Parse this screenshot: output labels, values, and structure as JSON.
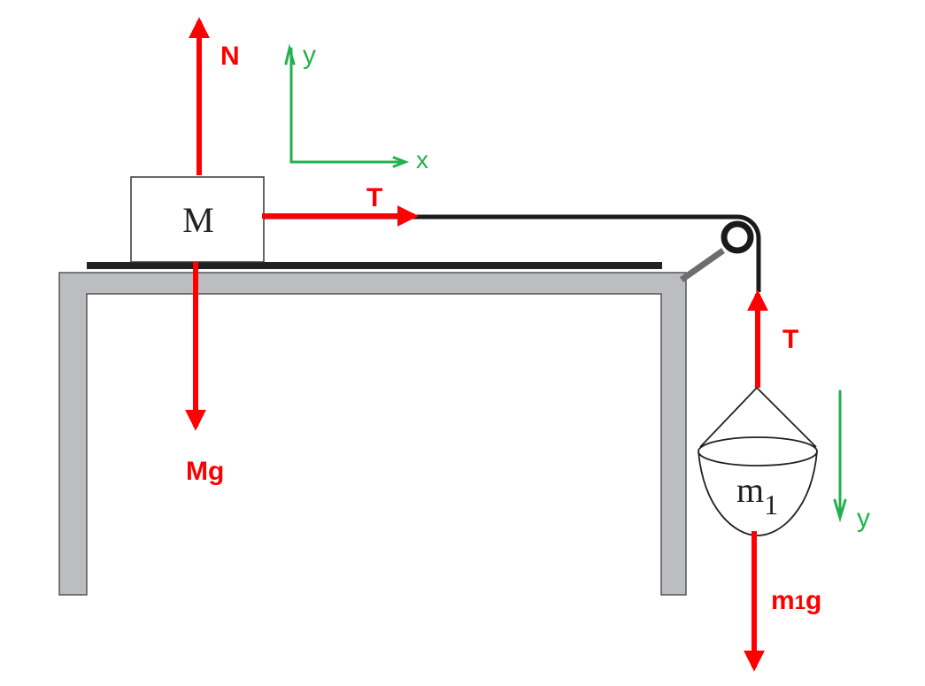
{
  "labels": {
    "block": "M",
    "hanging_mass_main": "m",
    "hanging_mass_sub": "1",
    "normal_force": "N",
    "weight_block": "Mg",
    "tension_horizontal": "T",
    "tension_vertical": "T",
    "weight_hanging_main": "m",
    "weight_hanging_sub": "1",
    "weight_hanging_g": "g",
    "axis_x": "x",
    "axis_y": "y",
    "axis_y_down": "y"
  },
  "colors": {
    "force": "#ff0000",
    "axes": "#22b14c",
    "table": "#bcbdc0",
    "rope": "#1a1a1a"
  }
}
